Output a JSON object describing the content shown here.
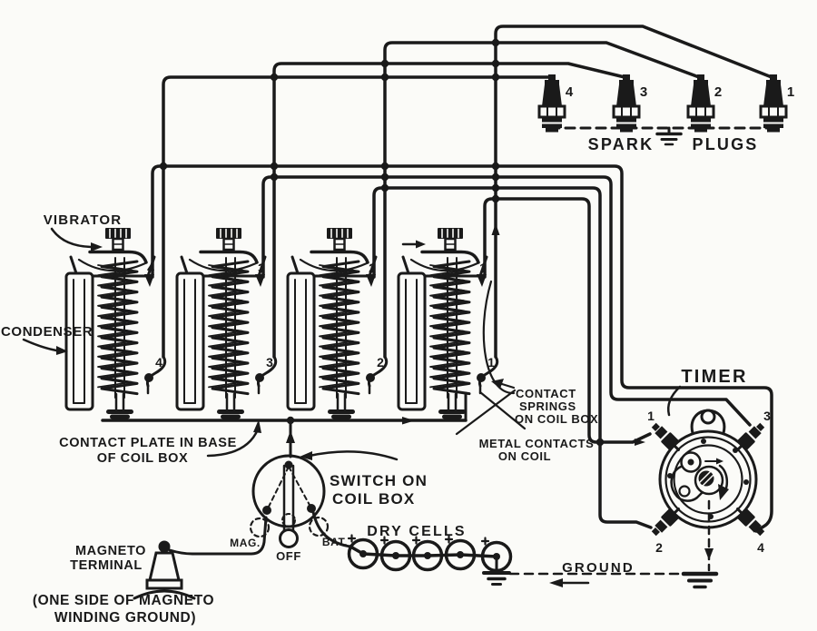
{
  "diagram": {
    "colors": {
      "paper": "#fbfbf8",
      "ink": "#1a1a1a"
    },
    "vibrator_label": "VIBRATOR",
    "condenser_label": "CONDENSER",
    "spark_plugs": {
      "word1": "SPARK",
      "word2": "PLUGS",
      "numbers": [
        "4",
        "3",
        "2",
        "1"
      ]
    },
    "coils": {
      "upper_numbers": [
        "4",
        "3",
        "2",
        "1"
      ],
      "lower_numbers": [
        "4",
        "3",
        "2",
        "1"
      ]
    },
    "contact_springs": {
      "line1": "CONTACT",
      "line2": "SPRINGS",
      "line3": "ON COIL BOX"
    },
    "metal_contacts": {
      "line1": "METAL CONTACTS",
      "line2": "ON COIL"
    },
    "contact_plate": {
      "line1": "CONTACT PLATE IN BASE",
      "line2": "OF COIL BOX"
    },
    "switch": {
      "line1": "SWITCH ON",
      "line2": "COIL BOX",
      "mag": "MAG.",
      "off": "OFF",
      "bat": "BAT."
    },
    "dry_cells_label": "DRY CELLS",
    "magneto": {
      "line1": "MAGNETO",
      "line2": "TERMINAL",
      "note1": "(ONE SIDE OF MAGNETO",
      "note2": "WINDING GROUND)"
    },
    "ground_label": "GROUND",
    "timer": {
      "label": "TIMER",
      "terminals": [
        "1",
        "3",
        "2",
        "4"
      ]
    }
  }
}
